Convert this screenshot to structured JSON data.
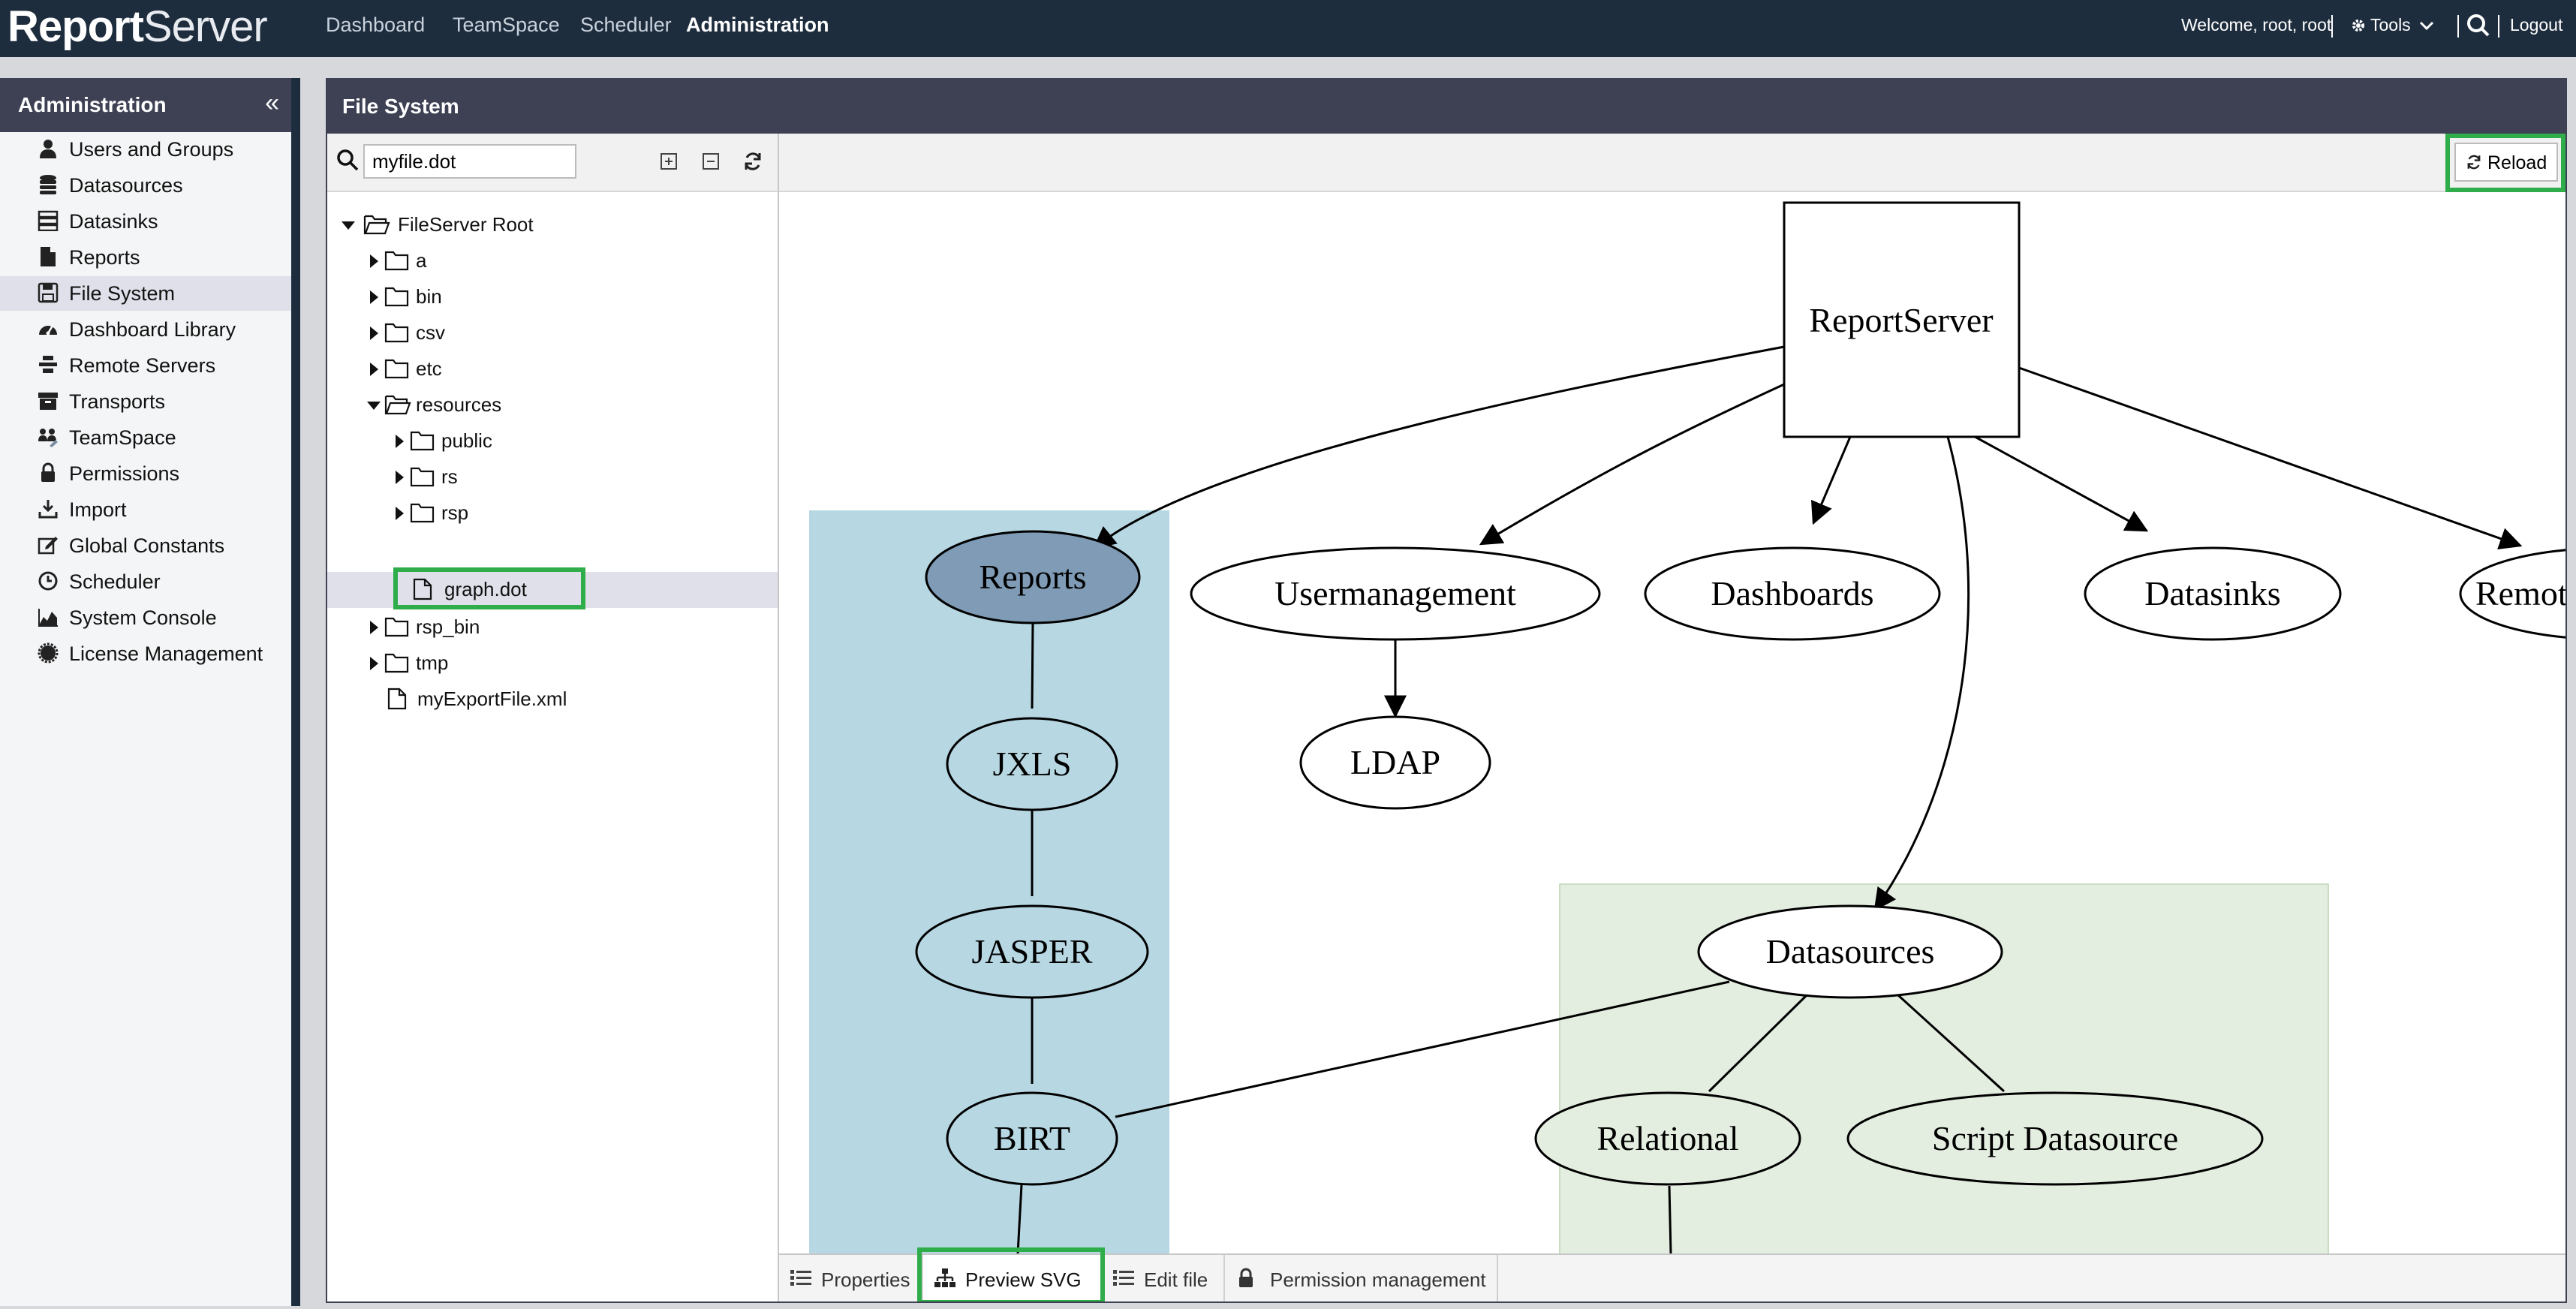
{
  "app": {
    "brand_bold": "Report",
    "brand_light": "Server",
    "nav": [
      "Dashboard",
      "TeamSpace",
      "Scheduler",
      "Administration"
    ],
    "active_nav": "Administration",
    "welcome": "Welcome, root, root",
    "tools": "Tools",
    "logout": "Logout"
  },
  "sidebar": {
    "title": "Administration",
    "items": [
      {
        "label": "Users and Groups",
        "icon": "user-icon"
      },
      {
        "label": "Datasources",
        "icon": "database-icon"
      },
      {
        "label": "Datasinks",
        "icon": "server-icon"
      },
      {
        "label": "Reports",
        "icon": "file-icon"
      },
      {
        "label": "File System",
        "icon": "floppy-icon"
      },
      {
        "label": "Dashboard Library",
        "icon": "dashboard-icon"
      },
      {
        "label": "Remote Servers",
        "icon": "remote-server-icon"
      },
      {
        "label": "Transports",
        "icon": "archive-icon"
      },
      {
        "label": "TeamSpace",
        "icon": "team-icon"
      },
      {
        "label": "Permissions",
        "icon": "lock-icon"
      },
      {
        "label": "Import",
        "icon": "import-icon"
      },
      {
        "label": "Global Constants",
        "icon": "edit-icon"
      },
      {
        "label": "Scheduler",
        "icon": "clock-icon"
      },
      {
        "label": "System Console",
        "icon": "chart-icon"
      },
      {
        "label": "License Management",
        "icon": "certificate-icon"
      }
    ],
    "selected": "File System"
  },
  "filesystem": {
    "title": "File System",
    "search_value": "myfile.dot",
    "tree": {
      "root": "FileServer Root",
      "a": "a",
      "bin": "bin",
      "csv": "csv",
      "etc": "etc",
      "resources": "resources",
      "public": "public",
      "rs": "rs",
      "rsp": "rsp",
      "graph": "graph.dot",
      "rsp_bin": "rsp_bin",
      "tmp": "tmp",
      "export": "myExportFile.xml"
    },
    "selected_file": "graph.dot",
    "reload_label": "Reload",
    "tabs": [
      "Properties",
      "Preview SVG",
      "Edit file",
      "Permission management"
    ],
    "active_tab": "Preview SVG"
  },
  "graph": {
    "nodes": {
      "reportserver": "ReportServer",
      "reports": "Reports",
      "usermanagement": "Usermanagement",
      "dashboards": "Dashboards",
      "datasinks": "Datasinks",
      "remote": "Remot",
      "ldap": "LDAP",
      "jxls": "JXLS",
      "jasper": "JASPER",
      "birt": "BIRT",
      "datasources": "Datasources",
      "relational": "Relational",
      "script": "Script Datasource"
    },
    "colors": {
      "reports_cluster": "#b7d8e3",
      "datasources_cluster": "#e4eee0",
      "reports_node": "#7f9bb5",
      "highlight": "#2fad4b",
      "header": "#3d4153",
      "topbar": "#1e2d3e"
    }
  }
}
